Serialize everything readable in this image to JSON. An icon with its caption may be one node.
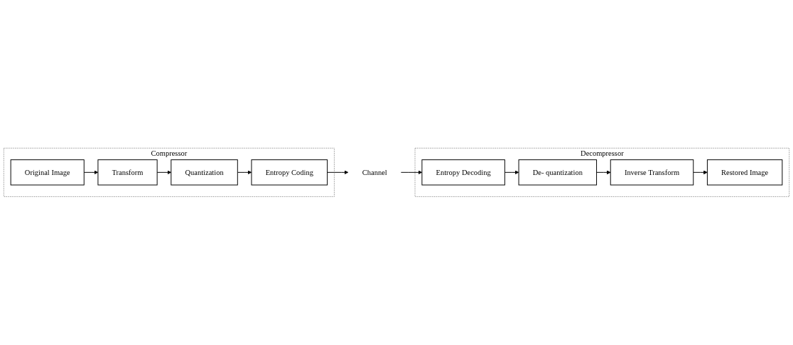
{
  "diagram": {
    "nodes": [
      {
        "text": [
          "Compressor"
        ]
      },
      {
        "text": [
          "Original Image"
        ],
        "in": 0
      },
      {
        "text": [
          "Transform"
        ],
        "in": 0
      },
      {
        "text": [
          "Quantization"
        ],
        "in": 0
      },
      {
        "text": [
          "Entropy Coding"
        ],
        "in": 0
      },
      {
        "text": [
          "Channel"
        ]
      },
      {
        "text": [
          "Decompressor"
        ]
      },
      {
        "text": [
          "Entropy Decoding"
        ],
        "in": 6
      },
      {
        "text": [
          "De- quantization"
        ],
        "in": 6
      },
      {
        "text": [
          "Inverse Transform"
        ],
        "in": 6
      },
      {
        "text": [
          "Restored Image"
        ],
        "in": 6
      }
    ],
    "edges": [
      {
        "from": 1,
        "to": 2,
        "arrow": "to"
      },
      {
        "from": 2,
        "to": 3,
        "arrow": "to"
      },
      {
        "from": 3,
        "to": 4,
        "arrow": "to"
      },
      {
        "from": 4,
        "to": 5,
        "arrow": "to"
      },
      {
        "from": 5,
        "to": 7,
        "arrow": "to"
      },
      {
        "from": 7,
        "to": 8,
        "arrow": "to"
      },
      {
        "from": 8,
        "to": 9,
        "arrow": "to"
      },
      {
        "from": 9,
        "to": 10,
        "arrow": "to"
      }
    ]
  }
}
